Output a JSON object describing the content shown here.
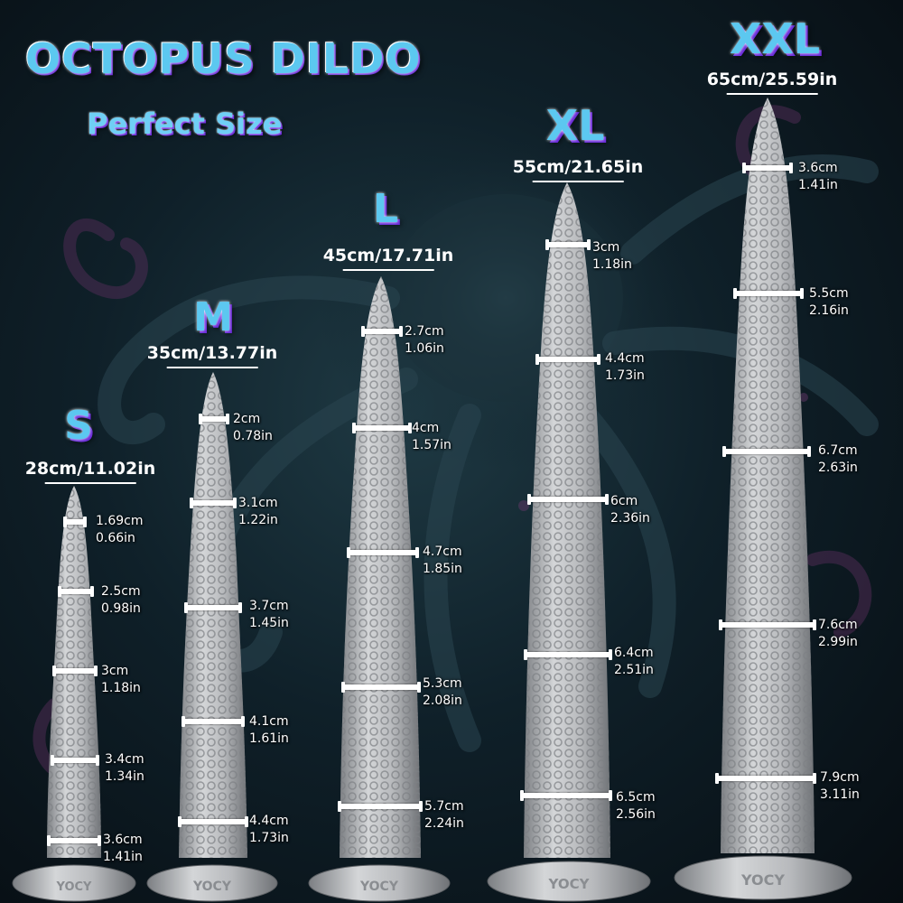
{
  "title": "OCTOPUS DILDO",
  "subtitle": "Perfect Size",
  "brand": "YOCY",
  "colors": {
    "headline": "#5cc8f0",
    "headline_outline": "#6a2bd8",
    "toy": "#b4b6b9",
    "background": "#0f2029"
  },
  "sizes": [
    {
      "label": "S",
      "length": "28cm/11.02in",
      "measurements": [
        {
          "cm": "1.69cm",
          "inch": "0.66in"
        },
        {
          "cm": "2.5cm",
          "inch": "0.98in"
        },
        {
          "cm": "3cm",
          "inch": "1.18in"
        },
        {
          "cm": "3.4cm",
          "inch": "1.34in"
        },
        {
          "cm": "3.6cm",
          "inch": "1.41in"
        }
      ]
    },
    {
      "label": "M",
      "length": "35cm/13.77in",
      "measurements": [
        {
          "cm": "2cm",
          "inch": "0.78in"
        },
        {
          "cm": "3.1cm",
          "inch": "1.22in"
        },
        {
          "cm": "3.7cm",
          "inch": "1.45in"
        },
        {
          "cm": "4.1cm",
          "inch": "1.61in"
        },
        {
          "cm": "4.4cm",
          "inch": "1.73in"
        }
      ]
    },
    {
      "label": "L",
      "length": "45cm/17.71in",
      "measurements": [
        {
          "cm": "2.7cm",
          "inch": "1.06in"
        },
        {
          "cm": "4cm",
          "inch": "1.57in"
        },
        {
          "cm": "4.7cm",
          "inch": "1.85in"
        },
        {
          "cm": "5.3cm",
          "inch": "2.08in"
        },
        {
          "cm": "5.7cm",
          "inch": "2.24in"
        }
      ]
    },
    {
      "label": "XL",
      "length": "55cm/21.65in",
      "measurements": [
        {
          "cm": "3cm",
          "inch": "1.18in"
        },
        {
          "cm": "4.4cm",
          "inch": "1.73in"
        },
        {
          "cm": "6cm",
          "inch": "2.36in"
        },
        {
          "cm": "6.4cm",
          "inch": "2.51in"
        },
        {
          "cm": "6.5cm",
          "inch": "2.56in"
        }
      ]
    },
    {
      "label": "XXL",
      "length": "65cm/25.59in",
      "measurements": [
        {
          "cm": "3.6cm",
          "inch": "1.41in"
        },
        {
          "cm": "5.5cm",
          "inch": "2.16in"
        },
        {
          "cm": "6.7cm",
          "inch": "2.63in"
        },
        {
          "cm": "7.6cm",
          "inch": "2.99in"
        },
        {
          "cm": "7.9cm",
          "inch": "3.11in"
        }
      ]
    }
  ]
}
